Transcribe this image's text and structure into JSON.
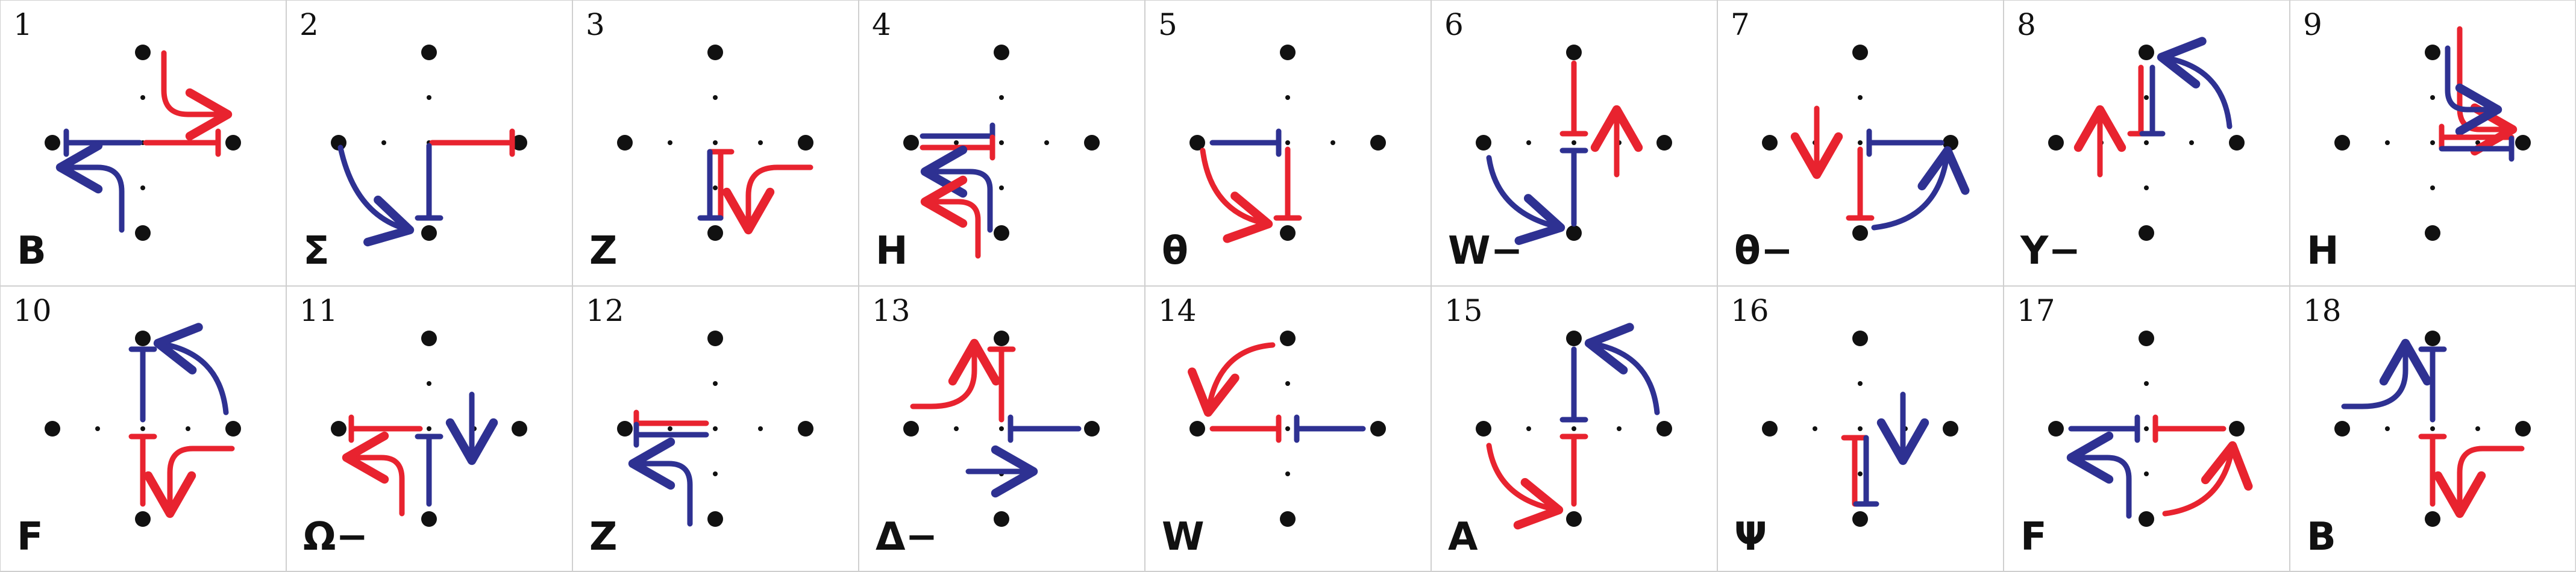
{
  "colors": {
    "red": "#e8232f",
    "blue": "#2e3192",
    "ink": "#111111",
    "border": "#cfcfcf"
  },
  "panels": [
    {
      "number": "1",
      "symbol": "B"
    },
    {
      "number": "2",
      "symbol": "Σ"
    },
    {
      "number": "3",
      "symbol": "Z"
    },
    {
      "number": "4",
      "symbol": "H"
    },
    {
      "number": "5",
      "symbol": "θ"
    },
    {
      "number": "6",
      "symbol": "W−"
    },
    {
      "number": "7",
      "symbol": "θ−"
    },
    {
      "number": "8",
      "symbol": "Y−"
    },
    {
      "number": "9",
      "symbol": "H"
    },
    {
      "number": "10",
      "symbol": "F"
    },
    {
      "number": "11",
      "symbol": "Ω−"
    },
    {
      "number": "12",
      "symbol": "Z"
    },
    {
      "number": "13",
      "symbol": "Δ−"
    },
    {
      "number": "14",
      "symbol": "W"
    },
    {
      "number": "15",
      "symbol": "A"
    },
    {
      "number": "16",
      "symbol": "Ψ"
    },
    {
      "number": "17",
      "symbol": "F"
    },
    {
      "number": "18",
      "symbol": "B"
    }
  ]
}
